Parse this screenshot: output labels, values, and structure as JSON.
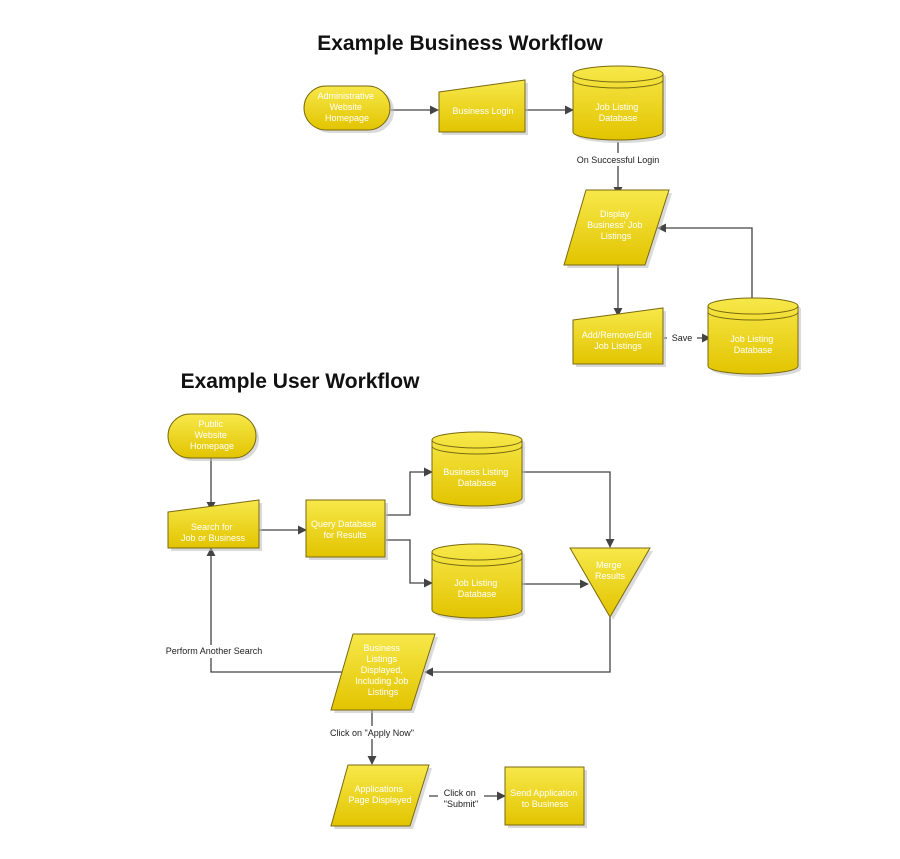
{
  "colors": {
    "node_fill_top": "#f7e84a",
    "node_fill_bottom": "#e2c400",
    "node_stroke": "#7a6a10",
    "node_text": "#ffffff",
    "edge": "#444444",
    "title_text": "#111111"
  },
  "business_workflow": {
    "title": "Example Business Workflow",
    "nodes": {
      "admin_homepage": [
        "Administrative",
        "Website",
        "Homepage"
      ],
      "business_login": [
        "Business Login"
      ],
      "job_listing_db_1": [
        "Job Listing",
        "Database"
      ],
      "display_listings": [
        "Display",
        "Business' Job",
        "Listings"
      ],
      "add_remove_edit": [
        "Add/Remove/Edit",
        "Job Listings"
      ],
      "job_listing_db_2": [
        "Job Listing",
        "Database"
      ]
    },
    "edges": {
      "on_successful_login": "On Successful Login",
      "save": "Save"
    }
  },
  "user_workflow": {
    "title": "Example User Workflow",
    "nodes": {
      "public_homepage": [
        "Public",
        "Website",
        "Homepage"
      ],
      "search": [
        "Search for",
        "Job or Business"
      ],
      "query_db": [
        "Query Database",
        "for Results"
      ],
      "business_listing_db": [
        "Business Listing",
        "Database"
      ],
      "job_listing_db": [
        "Job Listing",
        "Database"
      ],
      "merge_results": [
        "Merge",
        "Results"
      ],
      "listings_displayed": [
        "Business",
        "Listings",
        "Displayed,",
        "Including Job",
        "Listings"
      ],
      "applications_page": [
        "Applications",
        "Page Displayed"
      ],
      "send_application": [
        "Send Application",
        "to Business"
      ]
    },
    "edges": {
      "perform_another_search": "Perform Another Search",
      "click_apply_now": "Click on \"Apply Now\"",
      "click_submit": [
        "Click on",
        "\"Submit\""
      ]
    }
  }
}
